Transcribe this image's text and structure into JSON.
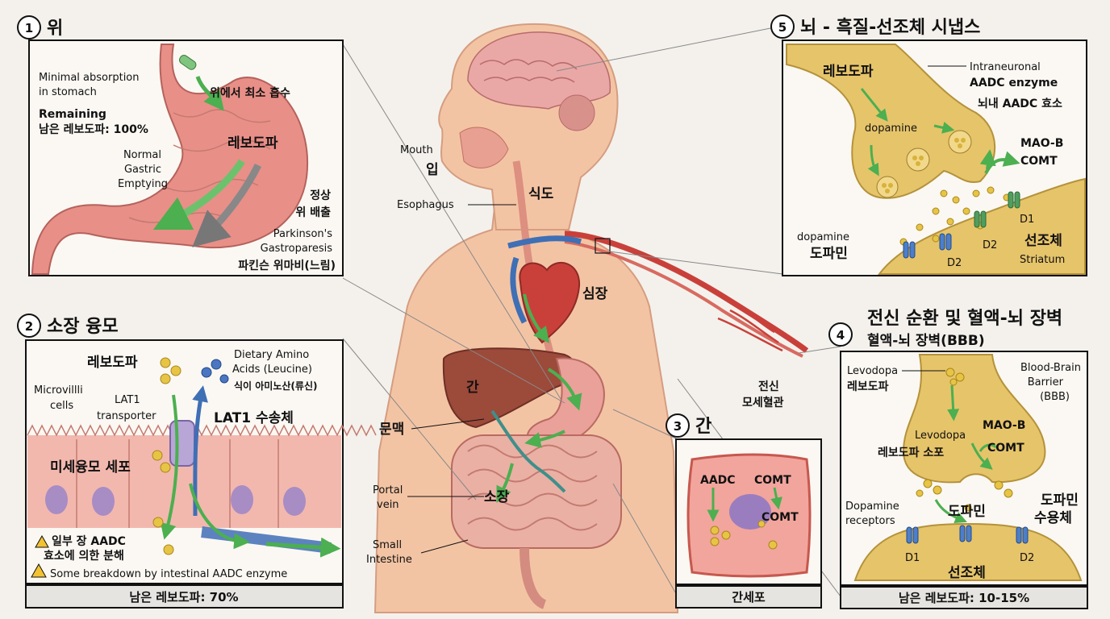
{
  "panel1": {
    "num": "1",
    "title": "위",
    "minimal_line1": "Minimal absorption",
    "minimal_line2": "in stomach",
    "remaining_en": "Remaining",
    "remaining_ko": "남은 레보도파: 100%",
    "arrow_label": "위에서 최소 흡수",
    "levodopa": "레보도파",
    "normal_line1": "Normal",
    "normal_line2": "Gastric",
    "normal_line3": "Emptying",
    "normal_ko1": "정상",
    "normal_ko2": "위 배출",
    "park_line1": "Parkinson's",
    "park_line2": "Gastroparesis",
    "park_ko": "파킨슨 위마비(느림)"
  },
  "panel2": {
    "num": "2",
    "title": "소장 융모",
    "levodopa": "레보도파",
    "dietary_line1": "Dietary Amino",
    "dietary_line2": "Acids (Leucine)",
    "dietary_ko": "식이 아미노산(류신)",
    "microvilli_line1": "Microvillli",
    "microvilli_line2": "cells",
    "lat1_line1": "LAT1",
    "lat1_line2": "transporter",
    "lat1_ko": "LAT1 수송체",
    "cells_ko": "미세융모 세포",
    "warn_ko1": "일부 장 AADC",
    "warn_ko2": "효소에 의한 분해",
    "warn_en": "Some breakdown by intestinal AADC enzyme",
    "footer": "남은 레보도파: 70%"
  },
  "body": {
    "mouth_en": "Mouth",
    "mouth_ko": "입",
    "esophagus_en": "Esophagus",
    "esophagus_ko": "식도",
    "heart_ko": "심장",
    "liver_ko": "간",
    "portal_ko": "문맥",
    "portal_en1": "Portal",
    "portal_en2": "vein",
    "small_ko": "소장",
    "small_en1": "Small",
    "small_en2": "Intestine",
    "capillary_ko1": "전신",
    "capillary_ko2": "모세혈관"
  },
  "panel3": {
    "num": "3",
    "title": "간",
    "aadc": "AADC",
    "comt1": "COMT",
    "comt2": "COMT",
    "footer": "간세포"
  },
  "panel4": {
    "num": "4",
    "title1": "전신 순환 및 혈액-뇌 장벽",
    "title2": "혈액-뇌 장벽(BBB)",
    "levodopa_en": "Levodopa",
    "levodopa_ko": "레보도파",
    "bbb_line1": "Blood-Brain",
    "bbb_line2": "Barrier",
    "bbb_line3": "(BBB)",
    "levodopa2_en": "Levodopa",
    "levodopa2_ko": "레보도파 소포",
    "maob": "MAO-B",
    "comt": "COMT",
    "receptors_en1": "Dopamine",
    "receptors_en2": "receptors",
    "dopamine_ko": "도파민",
    "receptor_ko1": "도파민",
    "receptor_ko2": "수용체",
    "d1": "D1",
    "d2": "D2",
    "striatum_ko": "선조체",
    "footer": "남은 레보도파: 10-15%"
  },
  "panel5": {
    "num": "5",
    "title": "뇌 - 흑질-선조체 시냅스",
    "levodopa_ko": "레보도파",
    "aadc_line1": "Intraneuronal",
    "aadc_line2": "AADC enzyme",
    "aadc_ko": "뇌내 AADC 효소",
    "dopamine_en": "dopamine",
    "maob": "MAO-B",
    "comt": "COMT",
    "dopamine2_en": "dopamine",
    "dopamine2_ko": "도파민",
    "d1": "D1",
    "d2a": "D2",
    "d2b": "D2",
    "striatum_ko": "선조체",
    "striatum_en": "Striatum"
  },
  "colors": {
    "stomach": "#e88f88",
    "neuron": "#e6c46a",
    "arrow_green": "#4caf50",
    "vessel_blue": "#3f6fb5",
    "artery_red": "#c9403a",
    "liver": "#9c4a3a"
  }
}
